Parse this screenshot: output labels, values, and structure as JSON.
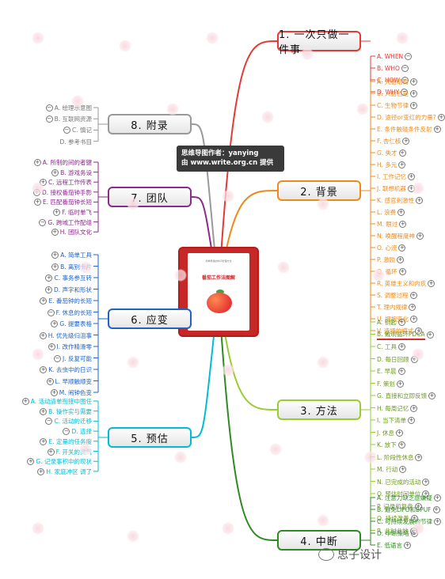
{
  "colors": {
    "topic1": "#e53935",
    "topic2": "#ef8a1a",
    "topic3": "#9acd32",
    "topic4": "#2e8b22",
    "topic5": "#00bcd4",
    "topic6": "#1e63c8",
    "topic7": "#8b2a8b",
    "topic8": "#999999"
  },
  "tooltip": {
    "line1": "思维导图作者：yanying",
    "line2": "由 www.write.org.cn 提供"
  },
  "center_book": {
    "title": "番茄工作法图解",
    "subtitle": "简单易懂的时间管理方法"
  },
  "brand": {
    "label": "思子设计"
  },
  "topics": [
    {
      "id": "t1",
      "label": "1. 一次只做一件事",
      "color": "#e53935",
      "side": "right",
      "items": [
        {
          "text": "A. WHEN",
          "mark": "minus"
        },
        {
          "text": "B. WHO",
          "mark": "minus"
        },
        {
          "text": "C. HOW",
          "mark": "minus"
        },
        {
          "text": "D. WHY",
          "mark": "minus"
        }
      ]
    },
    {
      "id": "t2",
      "label": "2. 背景",
      "color": "#ef8a1a",
      "side": "right",
      "items": [
        {
          "text": "A. 大脑结构",
          "mark": "plus"
        },
        {
          "text": "B. 人脑也是",
          "mark": "plus"
        },
        {
          "text": "C. 生物节律",
          "mark": "plus"
        },
        {
          "text": "D. 途径or变红的力量?",
          "mark": "plus"
        },
        {
          "text": "E. 条件触碰条件反射",
          "mark": "plus"
        },
        {
          "text": "F. 杏仁核",
          "mark": "plus"
        },
        {
          "text": "G. 失才",
          "mark": "plus"
        },
        {
          "text": "H. 多元",
          "mark": "plus"
        },
        {
          "text": "I. 工作记忆",
          "mark": "plus"
        },
        {
          "text": "J. 联想机器",
          "mark": "plus"
        },
        {
          "text": "K. 感官刺激性",
          "mark": "plus"
        },
        {
          "text": "L. 浪费",
          "mark": "plus"
        },
        {
          "text": "M. 眼过",
          "mark": "plus"
        },
        {
          "text": "N. 唤醒程度神",
          "mark": "plus"
        },
        {
          "text": "O. 心流",
          "mark": "plus"
        },
        {
          "text": "P. 激励",
          "mark": "plus"
        },
        {
          "text": "Q. 循环",
          "mark": "plus"
        },
        {
          "text": "R. 英雄主义和内疚",
          "mark": "plus"
        },
        {
          "text": "S. 调整过程",
          "mark": "plus"
        },
        {
          "text": "T. 理内规律",
          "mark": "plus"
        },
        {
          "text": "U. 拥抱变化",
          "mark": "plus"
        },
        {
          "text": "V. 选择的模式",
          "mark": "plus"
        }
      ]
    },
    {
      "id": "t3",
      "label": "3. 方法",
      "color": "#9acd32",
      "side": "right",
      "items": [
        {
          "text": "A. 钥匙",
          "mark": "plus"
        },
        {
          "text": "B. 戴明循环PDCA",
          "mark": "plus",
          "underline": true
        },
        {
          "text": "C. 工具",
          "mark": "plus"
        },
        {
          "text": "D. 每日回顾",
          "mark": "plus"
        },
        {
          "text": "E. 早晨",
          "mark": "plus"
        },
        {
          "text": "F. 策划",
          "mark": "plus"
        },
        {
          "text": "G. 直接和立即反馈",
          "mark": "plus"
        },
        {
          "text": "H. 每周记忆",
          "mark": "plus"
        },
        {
          "text": "I. 当下清单",
          "mark": "plus"
        },
        {
          "text": "J. 休息",
          "mark": "plus"
        },
        {
          "text": "K. 放下",
          "mark": "plus"
        },
        {
          "text": "L. 阶段性休息",
          "mark": "plus"
        },
        {
          "text": "M. 行动",
          "mark": "plus"
        },
        {
          "text": "N. 已完成的活动",
          "mark": "plus"
        },
        {
          "text": "O. 预估时间单位",
          "mark": "plus"
        },
        {
          "text": "P. 记录和复盘",
          "mark": "plus"
        },
        {
          "text": "Q. 持续改善",
          "mark": "plus"
        },
        {
          "text": "R. 此时此地",
          "mark": "plus"
        }
      ]
    },
    {
      "id": "t4",
      "label": "4. 中断",
      "color": "#2e8b22",
      "side": "right",
      "items": [
        {
          "text": "A. 注意力缺乏症嫌疑",
          "mark": "plus"
        },
        {
          "text": "B. 避免LIFO和BPUF",
          "mark": "plus"
        },
        {
          "text": "C. 可持续发展的节律",
          "mark": "plus"
        },
        {
          "text": "D. 中断策略",
          "mark": "plus"
        },
        {
          "text": "E. 低语言",
          "mark": "plus"
        }
      ]
    },
    {
      "id": "t5",
      "label": "5. 预估",
      "color": "#00bcd4",
      "side": "left",
      "items": [
        {
          "text": "A. 活动清单衔接中图任",
          "mark": "plus"
        },
        {
          "text": "B. 操作实与需要",
          "mark": "plus"
        },
        {
          "text": "C. 活动的迁移",
          "mark": "minus"
        },
        {
          "text": "D. 选择",
          "mark": "minus"
        },
        {
          "text": "E. 定量的任务度",
          "mark": "plus"
        },
        {
          "text": "F. 开关的灵气",
          "mark": "plus"
        },
        {
          "text": "G. 记录事积中的现状",
          "mark": "plus"
        },
        {
          "text": "H. 家庭冲区 调了",
          "mark": "plus"
        }
      ]
    },
    {
      "id": "t6",
      "label": "6. 应变",
      "color": "#1e63c8",
      "side": "left",
      "items": [
        {
          "text": "A. 简单工具",
          "mark": "plus"
        },
        {
          "text": "B. 离别卡片",
          "mark": "plus"
        },
        {
          "text": "C. 事务参互转",
          "mark": "plus"
        },
        {
          "text": "D. 声字和形状",
          "mark": "plus"
        },
        {
          "text": "E. 番茄钟的长短",
          "mark": "plus"
        },
        {
          "text": "F. 休息的长短",
          "mark": "minus"
        },
        {
          "text": "G. 提要表格",
          "mark": "plus"
        },
        {
          "text": "H. 优先级归沮事",
          "mark": "plus"
        },
        {
          "text": "I. 改作精滑零",
          "mark": "plus"
        },
        {
          "text": "J. 反复可能",
          "mark": "minus"
        },
        {
          "text": "K. 去虫中的日识",
          "mark": "plus"
        },
        {
          "text": "L. 早顺触顺变",
          "mark": "plus"
        },
        {
          "text": "M. 闹钟色变",
          "mark": "plus"
        }
      ]
    },
    {
      "id": "t7",
      "label": "7. 团队",
      "color": "#8b2a8b",
      "side": "left",
      "items": [
        {
          "text": "A. 所制的间的者键",
          "mark": "plus"
        },
        {
          "text": "B. 游戏务设",
          "mark": "plus"
        },
        {
          "text": "C. 远程工作传表",
          "mark": "plus"
        },
        {
          "text": "D. 接权番茄钟手影",
          "mark": "plus"
        },
        {
          "text": "E. 匹配番茄钟长短",
          "mark": "plus"
        },
        {
          "text": "F. 临时单飞",
          "mark": "plus"
        },
        {
          "text": "G. 跨域工作配组",
          "mark": "minus"
        },
        {
          "text": "H. 团队文化",
          "mark": "plus"
        }
      ]
    },
    {
      "id": "t8",
      "label": "8. 附录",
      "color": "#999999",
      "side": "left",
      "items": [
        {
          "text": "A. 绘理示意图",
          "mark": "minus"
        },
        {
          "text": "B. 互联网资源",
          "mark": "minus"
        },
        {
          "text": "C. 慎记",
          "mark": "minus"
        },
        {
          "text": "D. 参考书目",
          "mark": "none"
        }
      ]
    }
  ]
}
